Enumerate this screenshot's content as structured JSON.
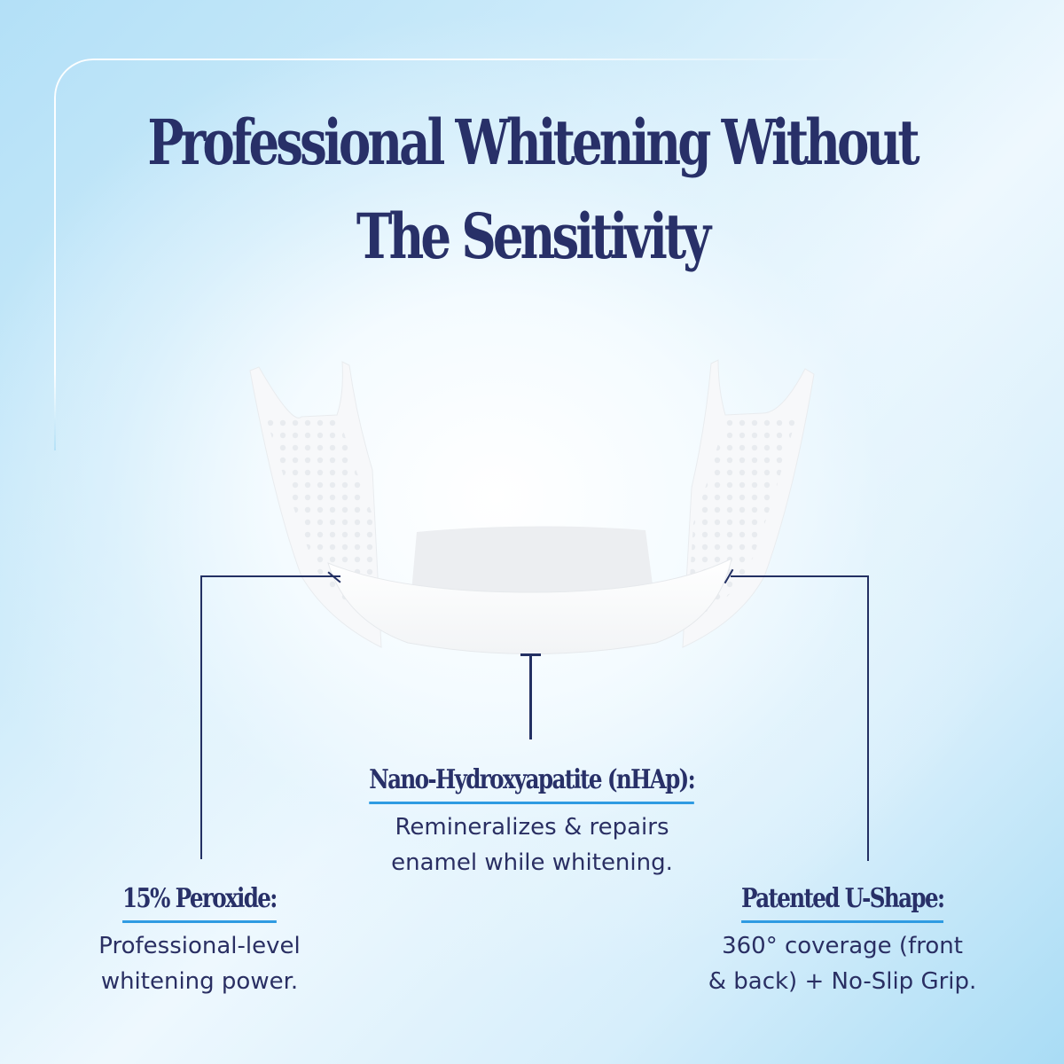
{
  "headline": {
    "line1": "Professional Whitening Without",
    "line2": "The Sensitivity"
  },
  "product": {
    "name": "whitening-strip-u-tray"
  },
  "callouts": [
    {
      "id": "peroxide",
      "title": "15% Peroxide:",
      "line1": "Professional-level",
      "line2": "whitening power."
    },
    {
      "id": "nhap",
      "title": "Nano-Hydroxyapatite (nHAp):",
      "line1": "Remineralizes & repairs",
      "line2": "enamel while whitening."
    },
    {
      "id": "u-shape",
      "title": "Patented U-Shape:",
      "line1": "360° coverage (front",
      "line2": "& back) + No-Slip Grip."
    }
  ],
  "colors": {
    "navy": "#283068",
    "underline_blue": "#2f9be2",
    "background_light": "#eef8fe",
    "background_edge": "#a9dcf5"
  }
}
